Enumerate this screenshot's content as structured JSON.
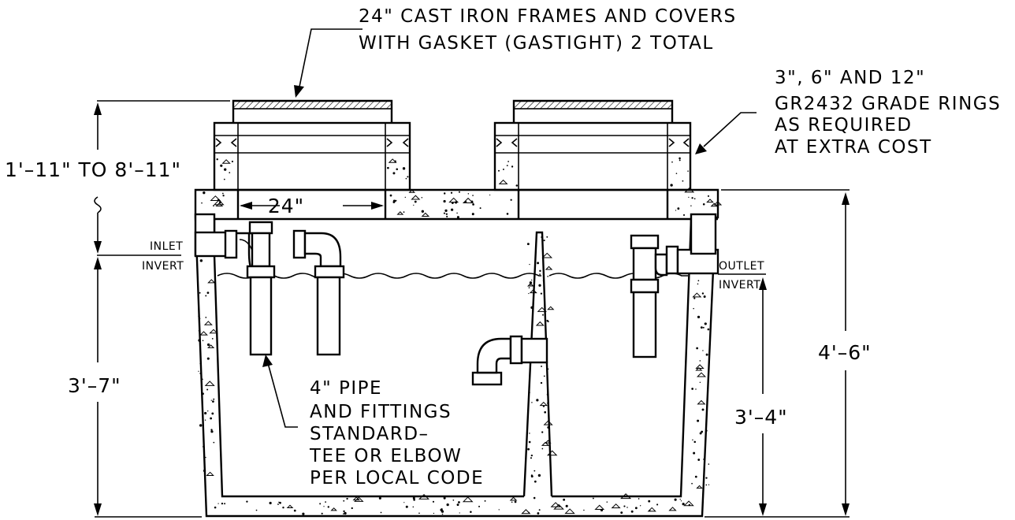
{
  "callouts": {
    "covers_line1": "24\" CAST IRON FRAMES AND COVERS",
    "covers_line2": "WITH GASKET (GASTIGHT) 2 TOTAL",
    "rings_line1": "3\", 6\" AND 12\"",
    "rings_line2": "GR2432 GRADE RINGS",
    "rings_line3": "AS REQUIRED",
    "rings_line4": "AT EXTRA COST",
    "pipe_line1": "4\" PIPE",
    "pipe_line2": "AND FITTINGS",
    "pipe_line3": "STANDARD–",
    "pipe_line4": "TEE OR ELBOW",
    "pipe_line5": "PER LOCAL CODE"
  },
  "dimensions": {
    "depth_range": "1'–11\" TO 8'–11\"",
    "opening_width": "24\"",
    "inlet_height": "3'–7\"",
    "outlet_height": "3'–4\"",
    "overall_height": "4'–6\""
  },
  "labels": {
    "inlet_1": "INLET",
    "inlet_2": "INVERT",
    "outlet_1": "OUTLET",
    "outlet_2": "INVERT"
  }
}
